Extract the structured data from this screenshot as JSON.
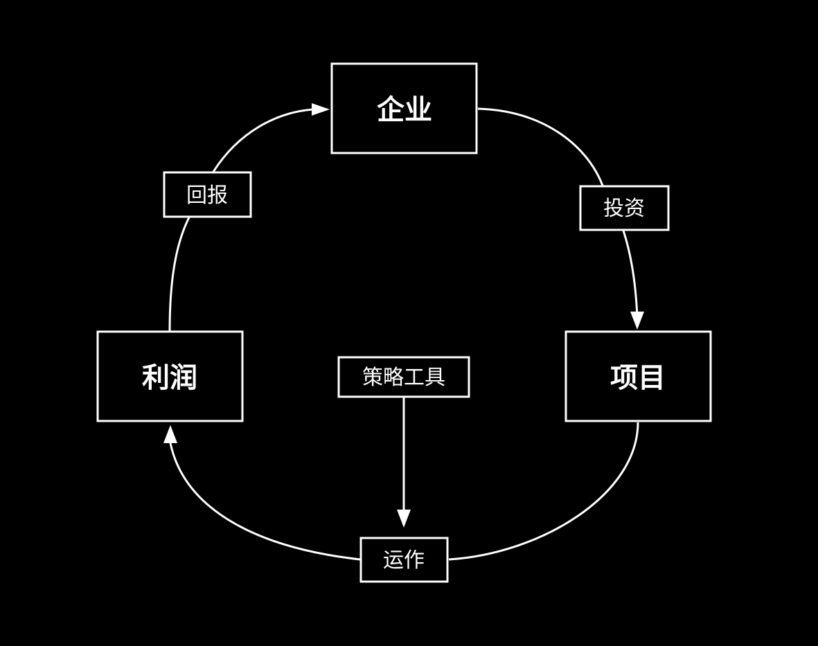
{
  "nodes": {
    "enterprise": "企业",
    "project": "项目",
    "profit": "利润"
  },
  "edges": {
    "invest": "投资",
    "operate": "运作",
    "return": "回报",
    "strategy_tool": "策略工具"
  },
  "colors": {
    "background": "#000000",
    "foreground": "#ffffff"
  }
}
